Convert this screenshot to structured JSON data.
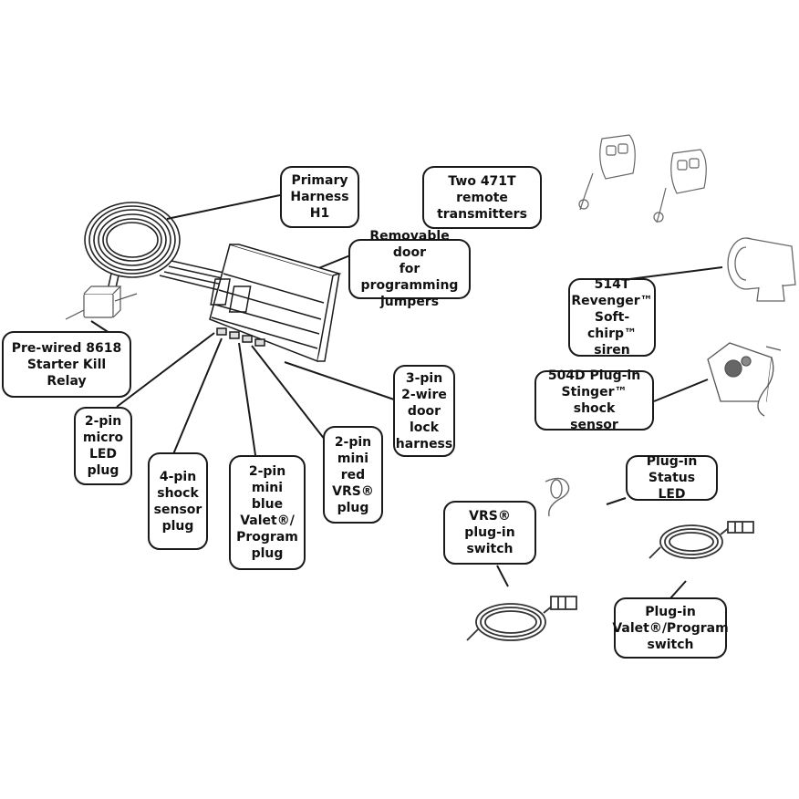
{
  "labels": {
    "primary_harness": "Primary\nHarness\nH1",
    "transmitters": "Two 471T\nremote\ntransmitters",
    "removable_door": "Removable door\nfor programming\njumpers",
    "starter_kill": "Pre-wired 8618\nStarter Kill\nRelay",
    "siren": "514T\nRevenger™\nSoft-chirp™\nsiren",
    "shock_sensor": "504D Plug-in\nStinger™ shock\nsensor",
    "door_lock": "3-pin\n2-wire\ndoor\nlock\nharness",
    "micro_led": "2-pin\nmicro\nLED\nplug",
    "shock_plug": "4-pin\nshock\nsensor\nplug",
    "valet_plug": "2-pin\nmini\nblue\nValet®/\nProgram\nplug",
    "vrs_plug": "2-pin\nmini\nred\nVRS®\nplug",
    "status_led": "Plug-in\nStatus LED",
    "vrs_switch": "VRS®\nplug-in\nswitch",
    "valet_switch": "Plug-in\nValet®/Program\nswitch"
  },
  "icons": [
    "harness-coil-icon",
    "control-module-icon",
    "relay-icon",
    "remote-transmitter-icon",
    "siren-icon",
    "shock-sensor-icon",
    "led-wire-icon",
    "switch-wire-icon"
  ]
}
